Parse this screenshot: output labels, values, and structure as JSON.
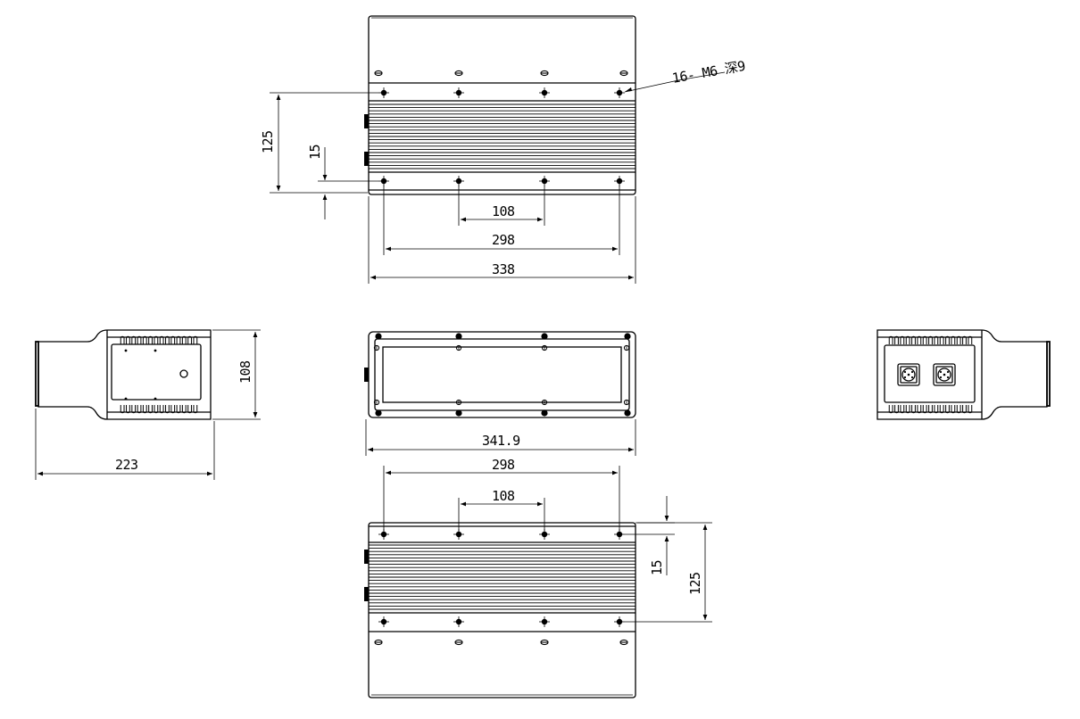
{
  "dimensions": {
    "top_view": {
      "callout": "16- M6 深9",
      "height_125": "125",
      "offset_15": "15",
      "spacing_108": "108",
      "span_298": "298",
      "width_338": "338"
    },
    "left_view": {
      "height_108": "108",
      "length_223": "223"
    },
    "front_view": {
      "width_341_9": "341.9"
    },
    "bottom_view": {
      "span_298": "298",
      "spacing_108": "108",
      "offset_15": "15",
      "height_125": "125"
    }
  },
  "colors": {
    "line": "#000000",
    "background": "#ffffff"
  }
}
